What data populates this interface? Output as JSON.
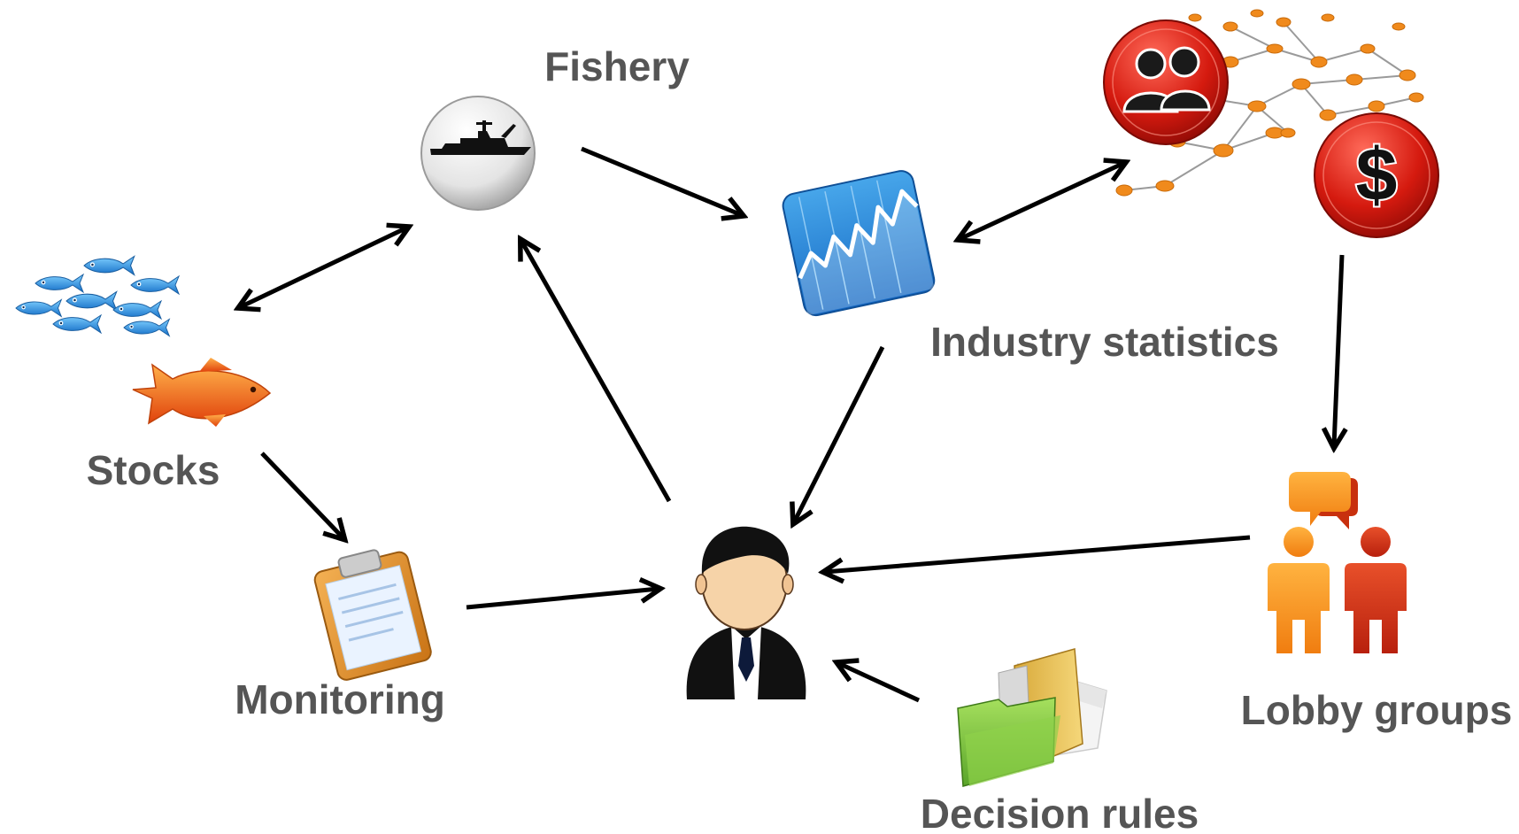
{
  "nodes": {
    "fishery": {
      "label": "Fishery",
      "icon": "fishing-boat-icon"
    },
    "stocks": {
      "label": "Stocks",
      "icon": "fish-school-icon"
    },
    "industry_statistics": {
      "label": "Industry statistics",
      "icon": "stock-chart-icon"
    },
    "network": {
      "label": "",
      "icon": "social-network-icon"
    },
    "lobby_groups": {
      "label": "Lobby groups",
      "icon": "people-talking-icon"
    },
    "monitoring": {
      "label": "Monitoring",
      "icon": "clipboard-icon"
    },
    "manager": {
      "label": "",
      "icon": "businessman-icon"
    },
    "decision_rules": {
      "label": "Decision rules",
      "icon": "folders-icon"
    }
  },
  "edges": [
    {
      "from": "stocks",
      "to": "fishery",
      "direction": "both"
    },
    {
      "from": "fishery",
      "to": "industry_statistics",
      "direction": "forward"
    },
    {
      "from": "industry_statistics",
      "to": "network",
      "direction": "both"
    },
    {
      "from": "network",
      "to": "lobby_groups",
      "direction": "forward"
    },
    {
      "from": "industry_statistics",
      "to": "manager",
      "direction": "forward"
    },
    {
      "from": "manager",
      "to": "fishery",
      "direction": "forward"
    },
    {
      "from": "stocks",
      "to": "monitoring",
      "direction": "forward"
    },
    {
      "from": "monitoring",
      "to": "manager",
      "direction": "forward"
    },
    {
      "from": "lobby_groups",
      "to": "manager",
      "direction": "forward"
    },
    {
      "from": "decision_rules",
      "to": "manager",
      "direction": "forward"
    }
  ],
  "colors": {
    "label": "#555555",
    "arrow": "#000000",
    "node_orange": "#f08a1c",
    "badge_red": "#c8140c",
    "fish_blue": "#2a8fd6",
    "chart_blue": "#1f78d1",
    "folder_green": "#7cc242"
  }
}
